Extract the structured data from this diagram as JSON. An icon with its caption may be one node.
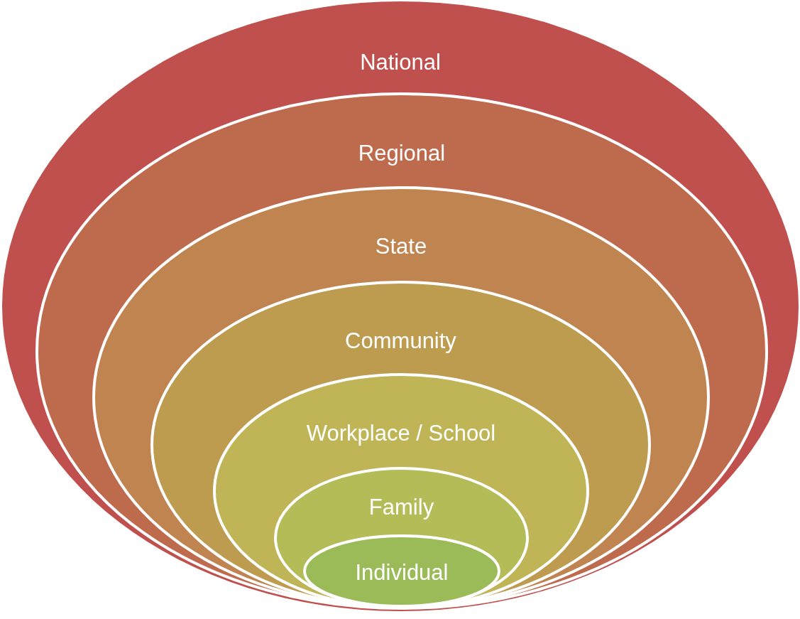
{
  "diagram": {
    "nodes": [
      {
        "text": [
          "National"
        ]
      },
      {
        "text": [
          "Regional"
        ],
        "in": 0
      },
      {
        "text": [
          "State"
        ],
        "in": 1
      },
      {
        "text": [
          "Community"
        ],
        "in": 2
      },
      {
        "text": [
          "Workplace / School"
        ],
        "in": 3
      },
      {
        "text": [
          "Family"
        ],
        "in": 4
      },
      {
        "text": [
          "Individual"
        ],
        "in": 5
      }
    ]
  }
}
